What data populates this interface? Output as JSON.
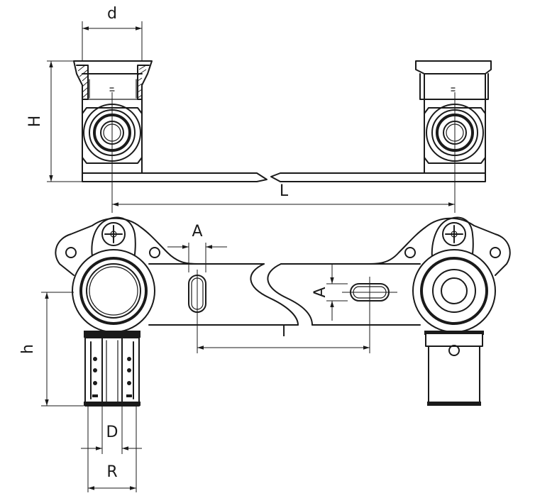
{
  "labels": {
    "d": "d",
    "H": "H",
    "L": "L",
    "A_top": "A",
    "A_side": "A",
    "l": "l",
    "h": "h",
    "D": "D",
    "R": "R"
  }
}
